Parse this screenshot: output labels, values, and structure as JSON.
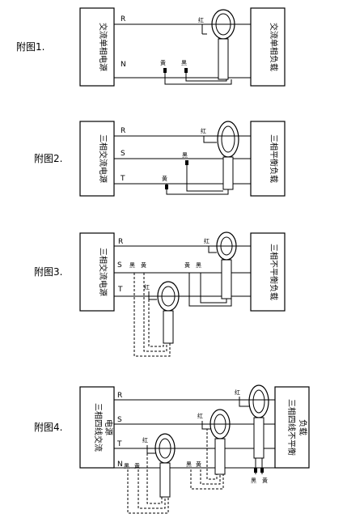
{
  "figures": [
    {
      "caption": "附图1.",
      "source_box": "交流单相电源",
      "load_box": "交流单相负载",
      "lines": [
        "R",
        "N"
      ],
      "clamp_labels": {
        "red": "红",
        "yellow": "黄",
        "black": "黑"
      }
    },
    {
      "caption": "附图2.",
      "source_box": "三相交流电源",
      "load_box": "三相平衡负载",
      "lines": [
        "R",
        "S",
        "T"
      ],
      "clamp_labels": {
        "red": "红",
        "black": "黑",
        "yellow": "黄"
      }
    },
    {
      "caption": "附图3.",
      "source_box": "三相交流电源",
      "load_box": "三相不平衡负载",
      "lines": [
        "R",
        "S",
        "T"
      ],
      "clamp_labels": {
        "black_left": "黑",
        "yellow_left": "黄",
        "red_t": "红",
        "yellow_right": "黄",
        "black_right": "黑",
        "red_r": "红"
      }
    },
    {
      "caption": "附图4.",
      "source_box_line1": "三相四线交流",
      "source_box_line2": "电源",
      "load_box_line1": "三相四线不平衡",
      "load_box_line2": "负载",
      "lines": [
        "R",
        "S",
        "T",
        "N"
      ],
      "clamp_labels": {
        "red_r": "红",
        "red_s": "红",
        "red_t": "红",
        "black_1": "黑",
        "yellow_1": "黄",
        "black_2": "黑",
        "yellow_2": "黄",
        "black_3": "黑",
        "yellow_3": "黄"
      }
    }
  ]
}
